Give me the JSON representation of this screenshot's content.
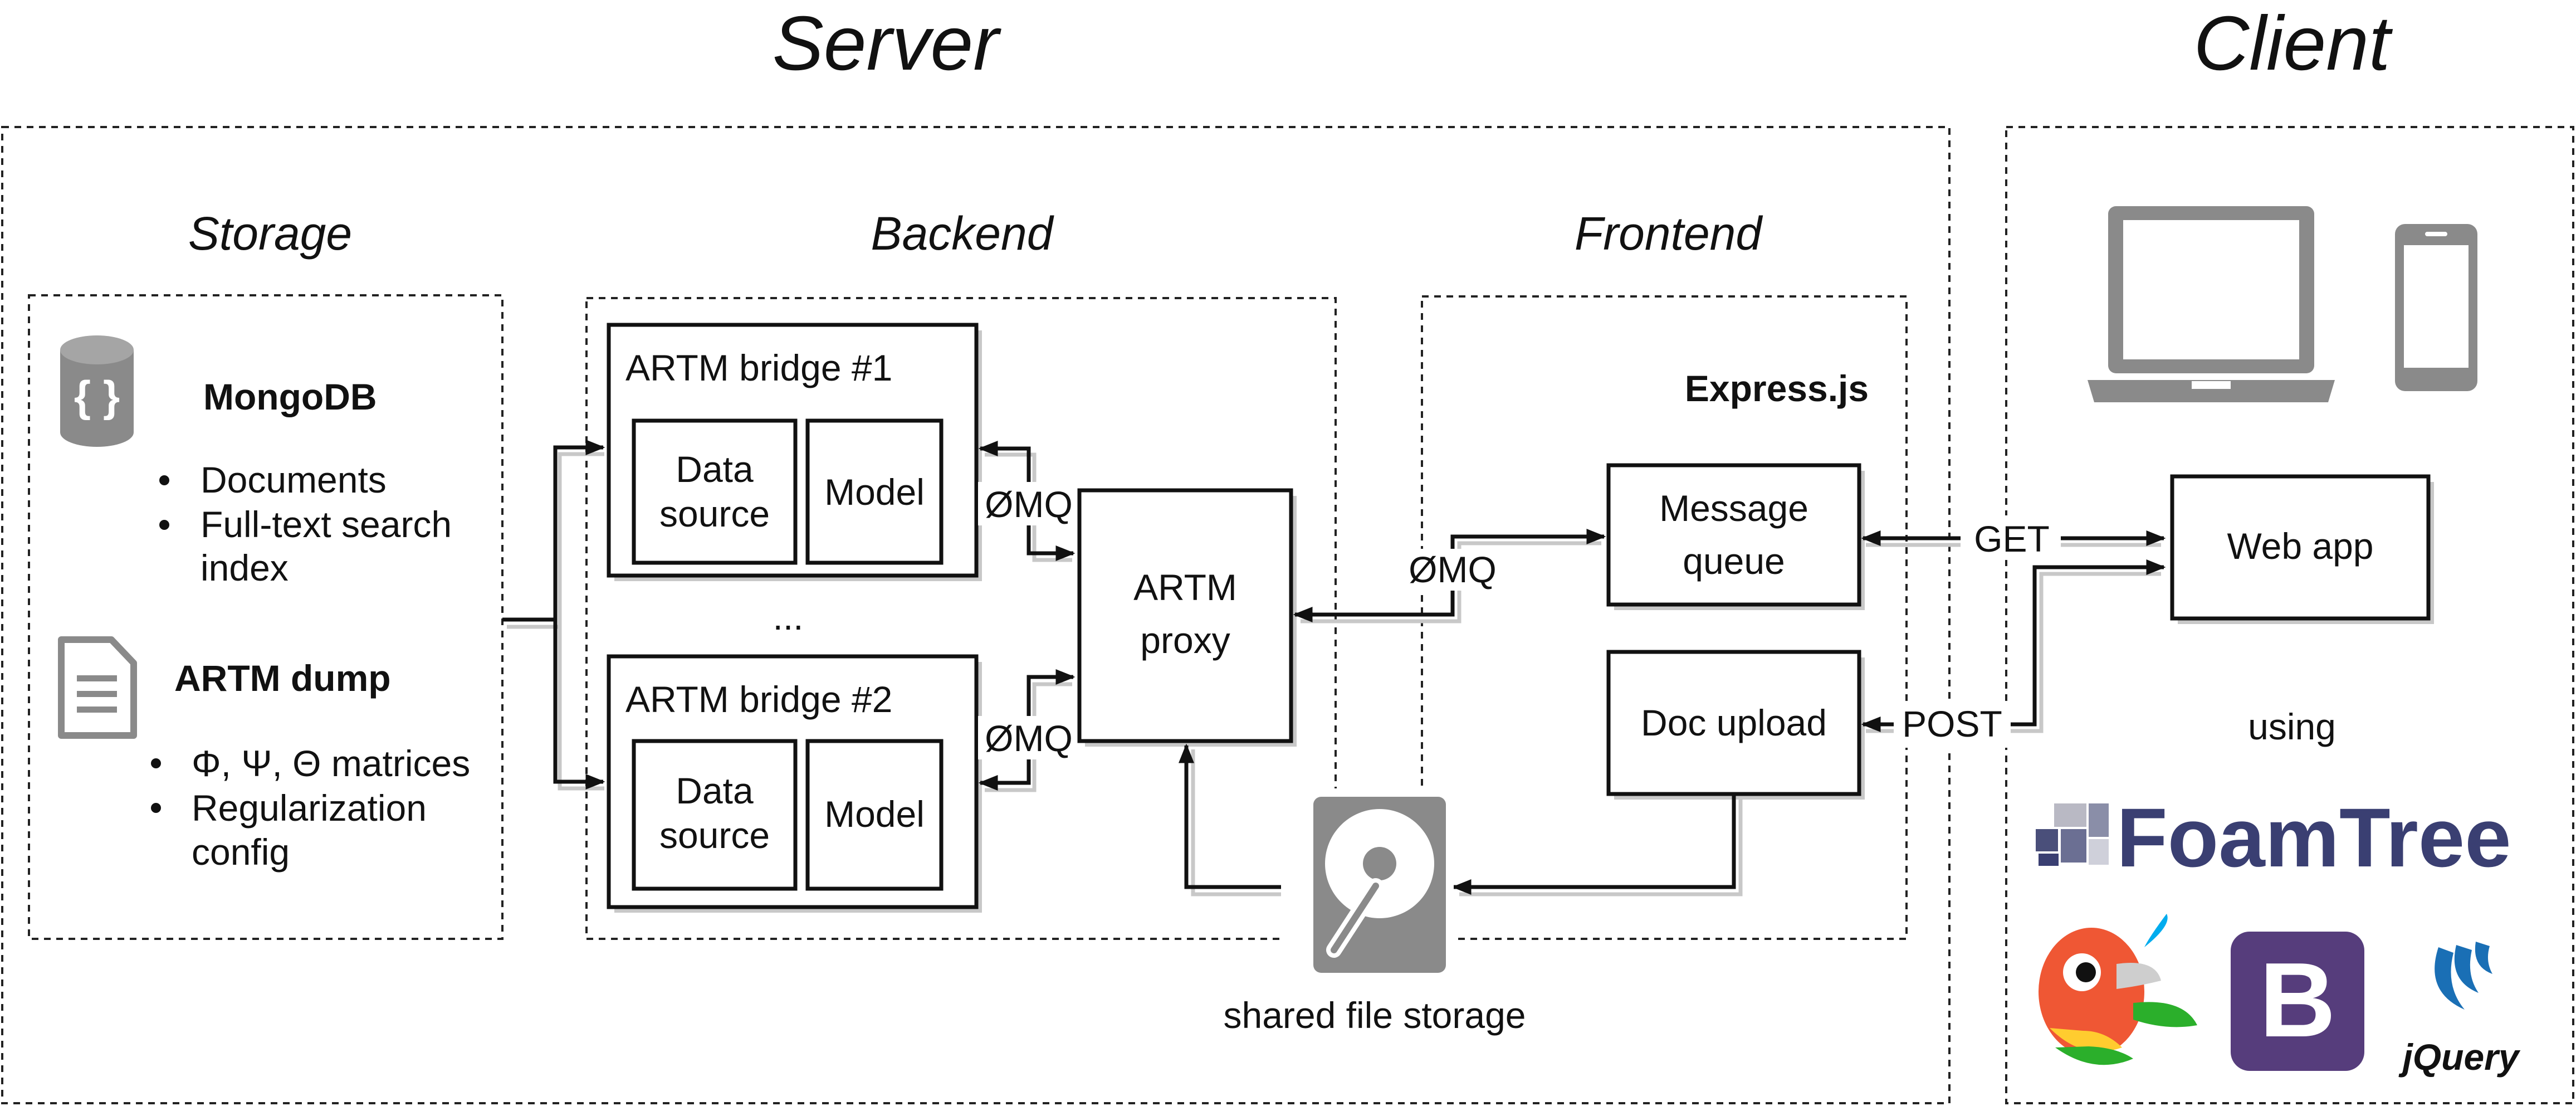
{
  "titles": {
    "server": "Server",
    "client": "Client"
  },
  "sections": {
    "storage": "Storage",
    "backend": "Backend",
    "frontend": "Frontend"
  },
  "storage": {
    "mongodb": {
      "title": "MongoDB",
      "items": [
        "Documents",
        "Full-text search",
        "index"
      ]
    },
    "artm_dump": {
      "title": "ARTM dump",
      "items": [
        "Φ, Ψ, Θ matrices",
        "Regularization",
        "config"
      ]
    }
  },
  "backend": {
    "bridge1": {
      "title": "ARTM bridge #1",
      "data_source": [
        "Data",
        "source"
      ],
      "model": "Model"
    },
    "ellipsis": "...",
    "bridge2": {
      "title": "ARTM bridge #2",
      "data_source": [
        "Data",
        "source"
      ],
      "model": "Model"
    },
    "zmq1": "ØMQ",
    "zmq2": "ØMQ",
    "proxy": [
      "ARTM",
      "proxy"
    ]
  },
  "frontend": {
    "express": "Express.js",
    "message_queue": [
      "Message",
      "queue"
    ],
    "zmq": "ØMQ",
    "doc_upload": "Doc upload"
  },
  "shared_storage": "shared file storage",
  "client": {
    "get": "GET",
    "post": "POST",
    "web_app": "Web app",
    "using": "using",
    "foamtree": "FoamTree",
    "bootstrap": "B",
    "jquery": "jQuery"
  },
  "colors": {
    "icon_gray": "#8a8a8a",
    "foamtree_text": "#3a3f72",
    "bootstrap_bg": "#563d7c",
    "jquery_blue": "#1a6fb5"
  },
  "icons": [
    "database-icon",
    "document-icon",
    "laptop-icon",
    "phone-icon",
    "hard-disk-icon",
    "foamtree-logo",
    "bower-logo",
    "bootstrap-logo",
    "jquery-logo"
  ]
}
